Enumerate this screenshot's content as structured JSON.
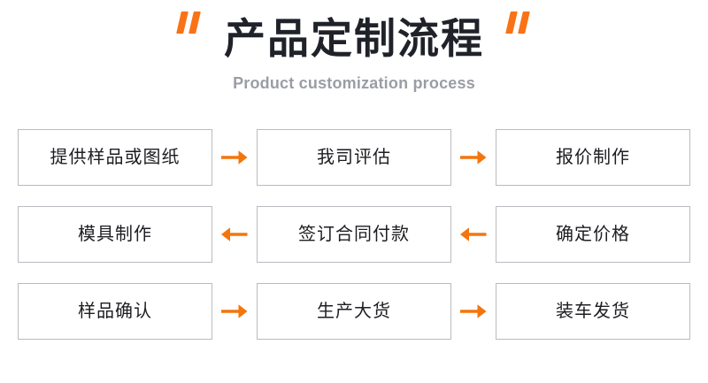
{
  "header": {
    "title": "产品定制流程",
    "subtitle": "Product customization process",
    "quote_left": "quote-open-mark",
    "quote_right": "quote-close-mark"
  },
  "colors": {
    "accent_orange": "#f97316",
    "arrow_orange": "#f4750c",
    "title_dark": "#20222a",
    "subtitle_gray": "#9b9da5",
    "box_border": "#b9bbc1",
    "background": "#ffffff"
  },
  "flow": {
    "rows": [
      {
        "direction": "right",
        "arrow_icon": "arrow-right-icon",
        "steps": [
          {
            "label": "提供样品或图纸"
          },
          {
            "label": "我司评估"
          },
          {
            "label": "报价制作"
          }
        ]
      },
      {
        "direction": "left",
        "arrow_icon": "arrow-left-icon",
        "steps": [
          {
            "label": "模具制作"
          },
          {
            "label": "签订合同付款"
          },
          {
            "label": "确定价格"
          }
        ]
      },
      {
        "direction": "right",
        "arrow_icon": "arrow-right-icon",
        "steps": [
          {
            "label": "样品确认"
          },
          {
            "label": "生产大货"
          },
          {
            "label": "装车发货"
          }
        ]
      }
    ]
  }
}
